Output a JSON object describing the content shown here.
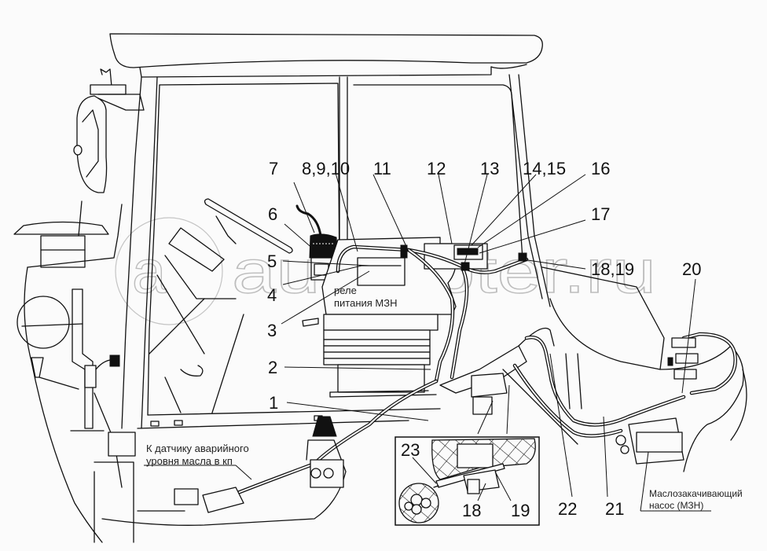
{
  "diagram": {
    "subject": "Tractor cab electrical harness routing with oil pump (МЗН) connection",
    "callouts": [
      {
        "id": "c1",
        "label": "1"
      },
      {
        "id": "c2",
        "label": "2"
      },
      {
        "id": "c3",
        "label": "3"
      },
      {
        "id": "c4",
        "label": "4"
      },
      {
        "id": "c5",
        "label": "5"
      },
      {
        "id": "c6",
        "label": "6"
      },
      {
        "id": "c7",
        "label": "7"
      },
      {
        "id": "c8_9_10",
        "label": "8,9,10"
      },
      {
        "id": "c11",
        "label": "11"
      },
      {
        "id": "c12",
        "label": "12"
      },
      {
        "id": "c13",
        "label": "13"
      },
      {
        "id": "c14_15",
        "label": "14,15"
      },
      {
        "id": "c16",
        "label": "16"
      },
      {
        "id": "c17",
        "label": "17"
      },
      {
        "id": "c18_19",
        "label": "18,19"
      },
      {
        "id": "c20",
        "label": "20"
      },
      {
        "id": "c21",
        "label": "21"
      },
      {
        "id": "c22",
        "label": "22"
      }
    ],
    "inset": {
      "callouts": [
        {
          "id": "i23",
          "label": "23"
        },
        {
          "id": "i18",
          "label": "18"
        },
        {
          "id": "i19",
          "label": "19"
        }
      ]
    },
    "notes": {
      "relay_line1": "реле",
      "relay_line2": "питания МЗН",
      "sensor_line1": "К датчику аварийного",
      "sensor_line2": "уровня масла в кп",
      "pump_line1": "Маслозакачивающий",
      "pump_line2": "насос (МЗН)"
    },
    "watermark": {
      "text": "autoopter.ru",
      "logo": "a"
    }
  }
}
